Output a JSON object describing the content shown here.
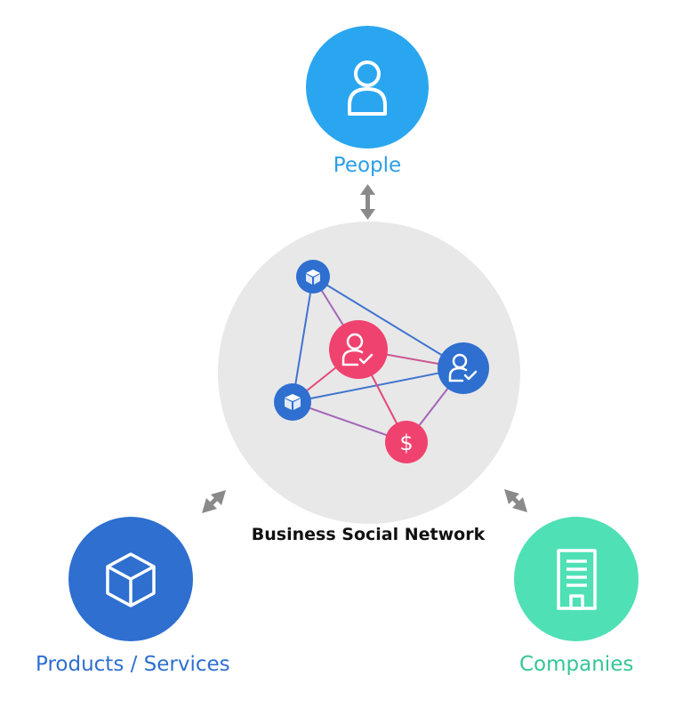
{
  "diagram": {
    "center_title": "Business Social Network",
    "nodes": {
      "people": {
        "label": "People",
        "icon": "person-icon",
        "color": "#2aa6f0"
      },
      "products": {
        "label": "Products / Services",
        "icon": "cube-icon",
        "color": "#2e6fd0"
      },
      "companies": {
        "label": "Companies",
        "icon": "building-icon",
        "color": "#4fe0b6"
      }
    },
    "network_icons": {
      "center_person": "person-check-icon",
      "right_person": "person-check-icon",
      "top_cube": "cube-icon",
      "left_cube": "cube-icon",
      "dollar": "dollar-icon"
    },
    "colors": {
      "hub_fill": "#e8e8e8",
      "pink": "#f0426f",
      "blue": "#2e6fd0",
      "arrow": "#888888"
    },
    "dollar_symbol": "$"
  }
}
